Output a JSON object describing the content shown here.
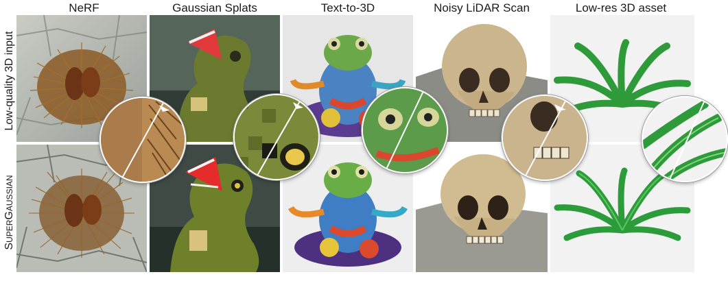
{
  "columns": [
    {
      "title": "NeRF"
    },
    {
      "title": "Gaussian Splats"
    },
    {
      "title": "Text-to-3D"
    },
    {
      "title": "Noisy LiDAR Scan"
    },
    {
      "title": "Low-res 3D asset"
    }
  ],
  "rows": {
    "top_label": "Low-quality 3D input",
    "bottom_label_prefix": "S",
    "bottom_label_smallcaps": "UPER",
    "bottom_label_g": "G",
    "bottom_label_rest": "AUSSIAN"
  },
  "colors": {
    "background": "#ffffff",
    "text": "#1a1a1a",
    "zoom_border": "#ffffff"
  }
}
